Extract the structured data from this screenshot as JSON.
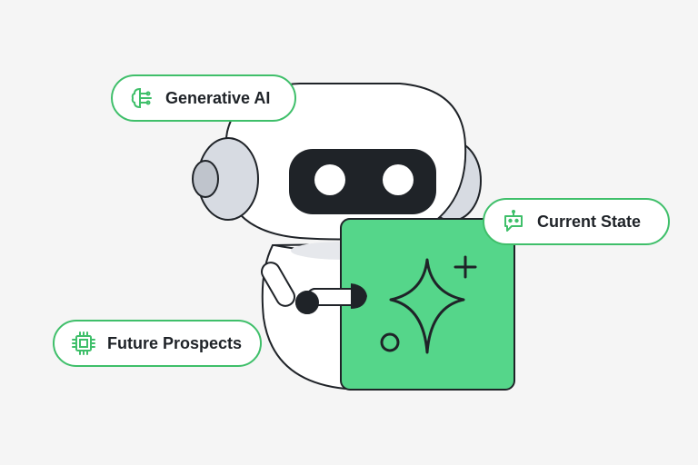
{
  "labels": {
    "generative_ai": "Generative AI",
    "current_state": "Current State",
    "future_prospects": "Future Prospects"
  },
  "icons": {
    "generative_ai": "brain-circuit-icon",
    "current_state": "robot-chat-icon",
    "future_prospects": "chip-icon"
  },
  "colors": {
    "background": "#f5f5f5",
    "accent_green": "#55d68a",
    "pill_border": "#3fbf6a",
    "outline": "#1f2328",
    "robot_body": "#ffffff",
    "robot_shadow": "#e6e8ec",
    "ear": "#d7dbe2"
  }
}
